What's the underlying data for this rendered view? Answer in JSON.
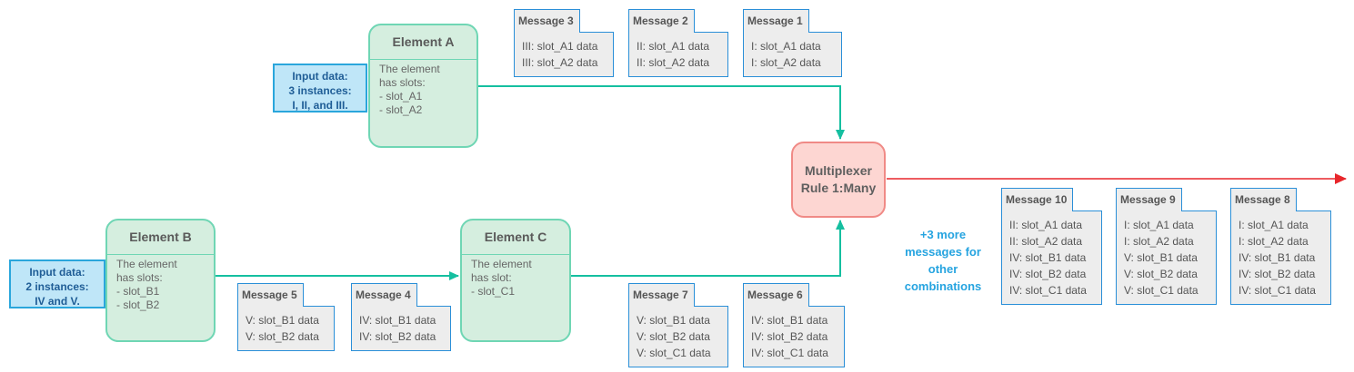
{
  "elements": {
    "a": {
      "title": "Element A",
      "desc": [
        "The element",
        "has slots:",
        "- slot_A1",
        "- slot_A2"
      ]
    },
    "b": {
      "title": "Element B",
      "desc": [
        "The element",
        "has slots:",
        "- slot_B1",
        "- slot_B2"
      ]
    },
    "c": {
      "title": "Element C",
      "desc": [
        "The element",
        "has slot:",
        "- slot_C1"
      ]
    }
  },
  "inputs": {
    "a": [
      "Input data:",
      "3 instances:",
      "I, II, and III."
    ],
    "b": [
      "Input data:",
      "2 instances:",
      "IV and V."
    ]
  },
  "multiplexer": {
    "line1": "Multiplexer",
    "line2": "Rule 1:Many"
  },
  "messages": {
    "m1": {
      "title": "Message 1",
      "lines": [
        "I: slot_A1 data",
        "I: slot_A2 data"
      ]
    },
    "m2": {
      "title": "Message 2",
      "lines": [
        "II: slot_A1 data",
        "II: slot_A2 data"
      ]
    },
    "m3": {
      "title": "Message 3",
      "lines": [
        "III: slot_A1 data",
        "III: slot_A2 data"
      ]
    },
    "m4": {
      "title": "Message 4",
      "lines": [
        "IV: slot_B1 data",
        "IV: slot_B2 data"
      ]
    },
    "m5": {
      "title": "Message 5",
      "lines": [
        "V: slot_B1 data",
        "V: slot_B2 data"
      ]
    },
    "m6": {
      "title": "Message 6",
      "lines": [
        "IV: slot_B1 data",
        "IV: slot_B2 data",
        "IV: slot_C1 data"
      ]
    },
    "m7": {
      "title": "Message 7",
      "lines": [
        "V: slot_B1 data",
        "V: slot_B2 data",
        "V: slot_C1 data"
      ]
    },
    "m8": {
      "title": "Message 8",
      "lines": [
        "I: slot_A1 data",
        "I: slot_A2 data",
        "IV: slot_B1 data",
        "IV: slot_B2 data",
        "IV: slot_C1 data"
      ]
    },
    "m9": {
      "title": "Message 9",
      "lines": [
        "I: slot_A1 data",
        "I: slot_A2 data",
        "V: slot_B1 data",
        "V: slot_B2 data",
        "V: slot_C1 data"
      ]
    },
    "m10": {
      "title": "Message 10",
      "lines": [
        "II: slot_A1 data",
        "II: slot_A2 data",
        "IV: slot_B1 data",
        "IV: slot_B2 data",
        "IV: slot_C1 data"
      ]
    }
  },
  "more_note": [
    "+3 more",
    "messages for",
    "other",
    "combinations"
  ],
  "colors": {
    "connector": "#15bfa0",
    "output_arrow": "#e8262b",
    "element_fill": "#d5eedf",
    "element_border": "#6fd6b4",
    "input_fill": "#bfe6f8",
    "message_border": "#2a8fd8",
    "multiplexer_fill": "#fdd6d2",
    "note_text": "#26a4e0"
  }
}
